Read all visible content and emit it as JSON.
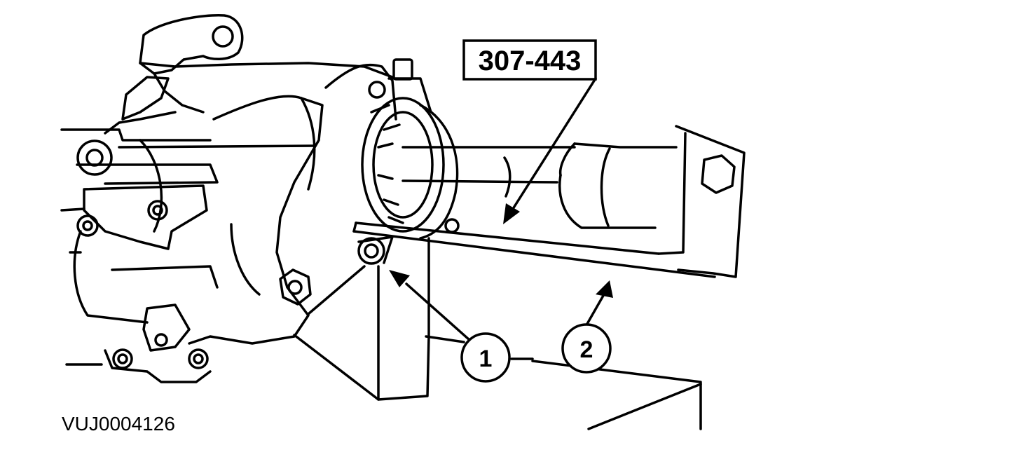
{
  "tool_label": "307-443",
  "callouts": [
    {
      "number": "1"
    },
    {
      "number": "2"
    }
  ],
  "figure_id": "VUJ0004126",
  "colors": {
    "ink": "#000000",
    "paper": "#ffffff"
  }
}
